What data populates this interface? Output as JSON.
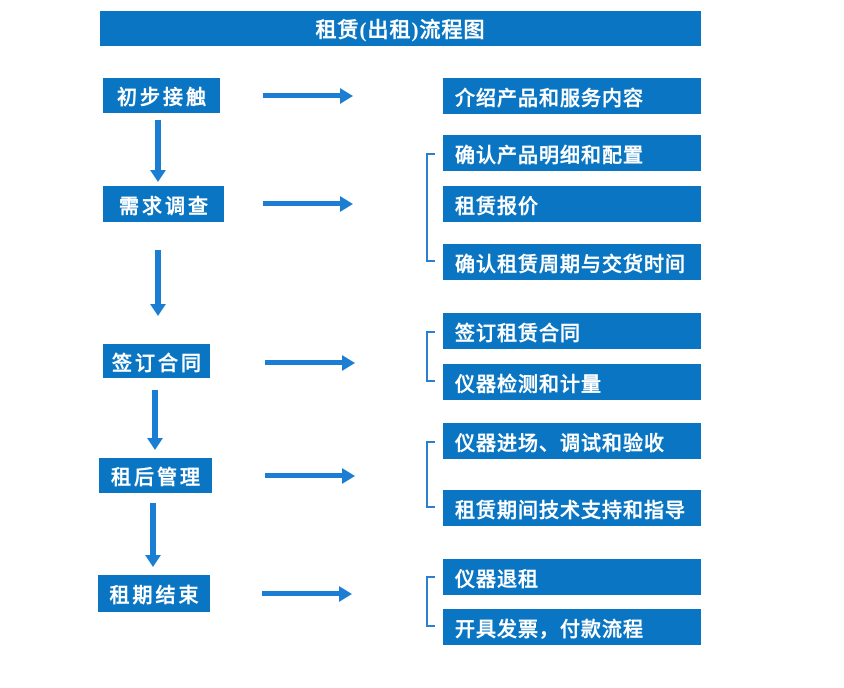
{
  "title": "租赁(出租)流程图",
  "colors": {
    "box_fill": "#0a75c2",
    "arrow": "#1b7ed2",
    "bracket": "#2b7fd0",
    "text": "#ffffff",
    "background": "#ffffff"
  },
  "steps": [
    {
      "label": "初步接触",
      "details": [
        "介绍产品和服务内容"
      ]
    },
    {
      "label": "需求调查",
      "details": [
        "确认产品明细和配置",
        "租赁报价",
        "确认租赁周期与交货时间"
      ]
    },
    {
      "label": "签订合同",
      "details": [
        "签订租赁合同",
        "仪器检测和计量"
      ]
    },
    {
      "label": "租后管理",
      "details": [
        "仪器进场、调试和验收",
        "租赁期间技术支持和指导"
      ]
    },
    {
      "label": "租期结束",
      "details": [
        "仪器退租",
        "开具发票，付款流程"
      ]
    }
  ]
}
